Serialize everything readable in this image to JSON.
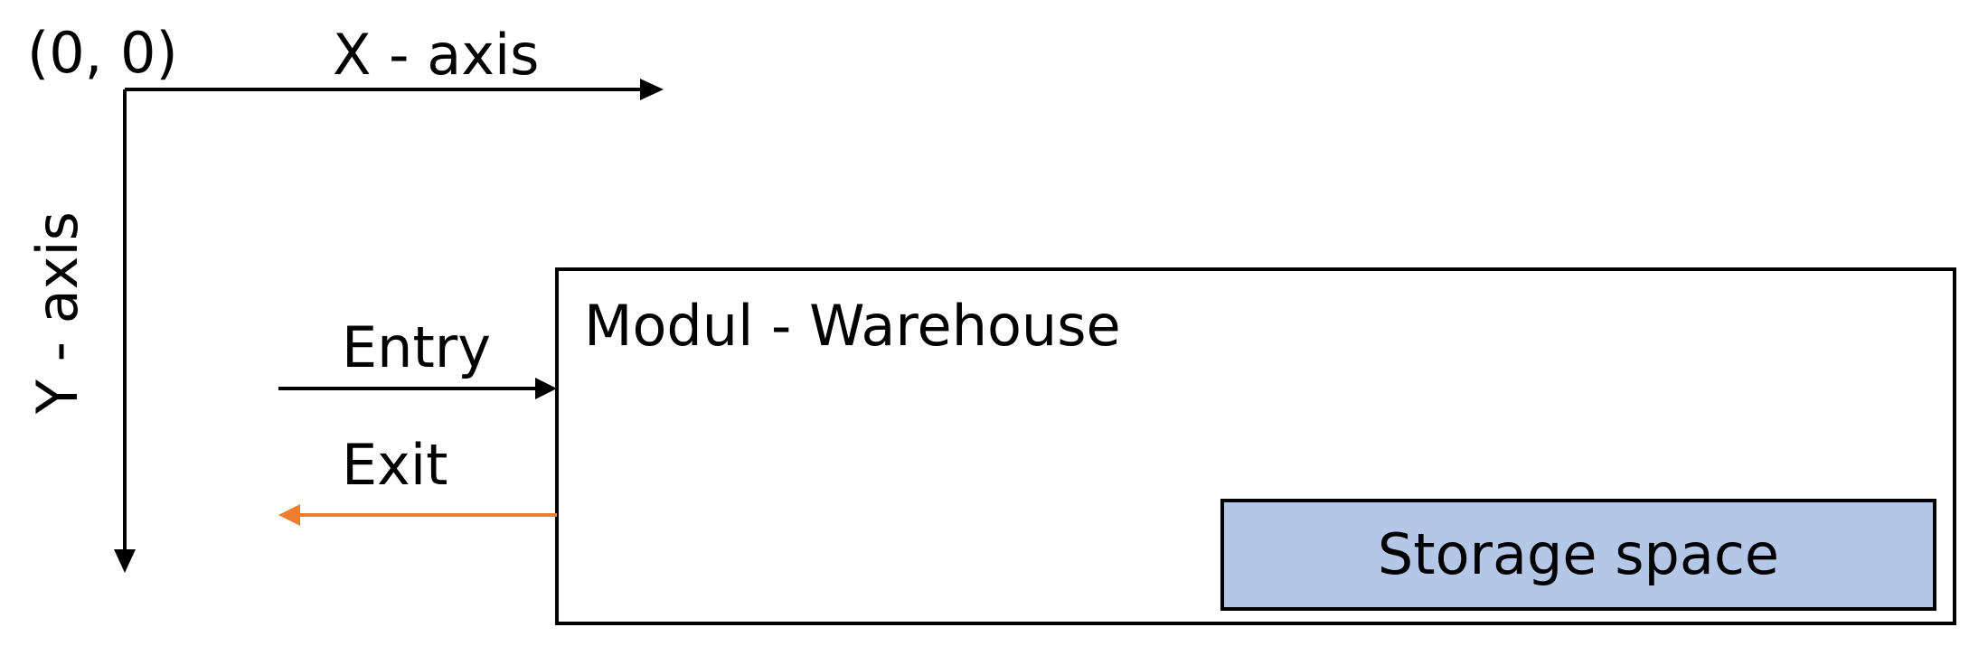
{
  "axes": {
    "origin_label": "(0, 0)",
    "x_label": "X - axis",
    "y_label": "Y - axis"
  },
  "module": {
    "title": "Modul - Warehouse",
    "storage_label": "Storage space"
  },
  "flows": {
    "entry_label": "Entry",
    "exit_label": "Exit"
  },
  "colors": {
    "line": "#000000",
    "exit_arrow": "#ED7D31",
    "storage_fill": "#B4C7E7",
    "background": "#FFFFFF"
  }
}
